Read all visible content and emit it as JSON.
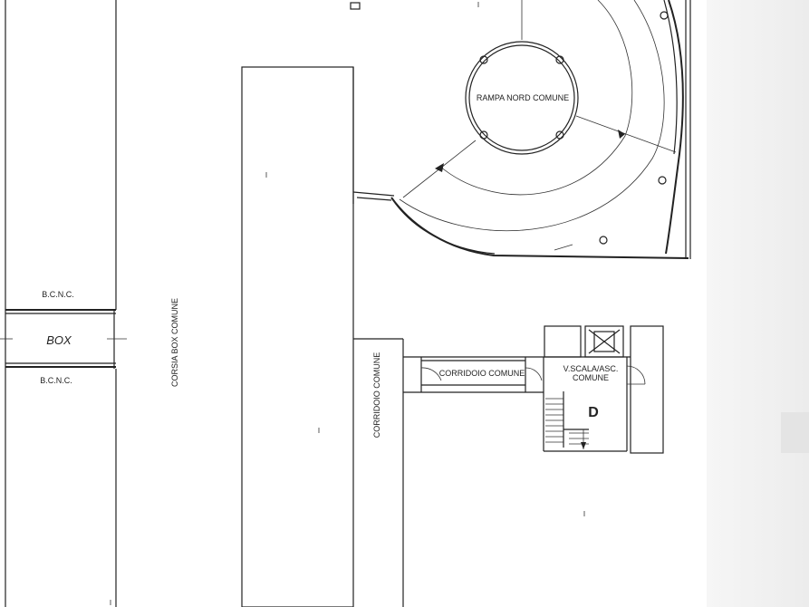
{
  "labels": {
    "ramp": "RAMPA NORD COMUNE",
    "box": "BOX",
    "bcnc_top": "B.C.N.C.",
    "bcnc_bottom": "B.C.N.C.",
    "corsia": "CORSIA BOX COMUNE",
    "corridoio_vertical": "CORRIDOIO COMUNE",
    "corridoio_horizontal": "CORRIDOIO COMUNE",
    "scala_line1": "V.SCALA/ASC.",
    "scala_line2": "COMUNE",
    "unit": "D"
  }
}
